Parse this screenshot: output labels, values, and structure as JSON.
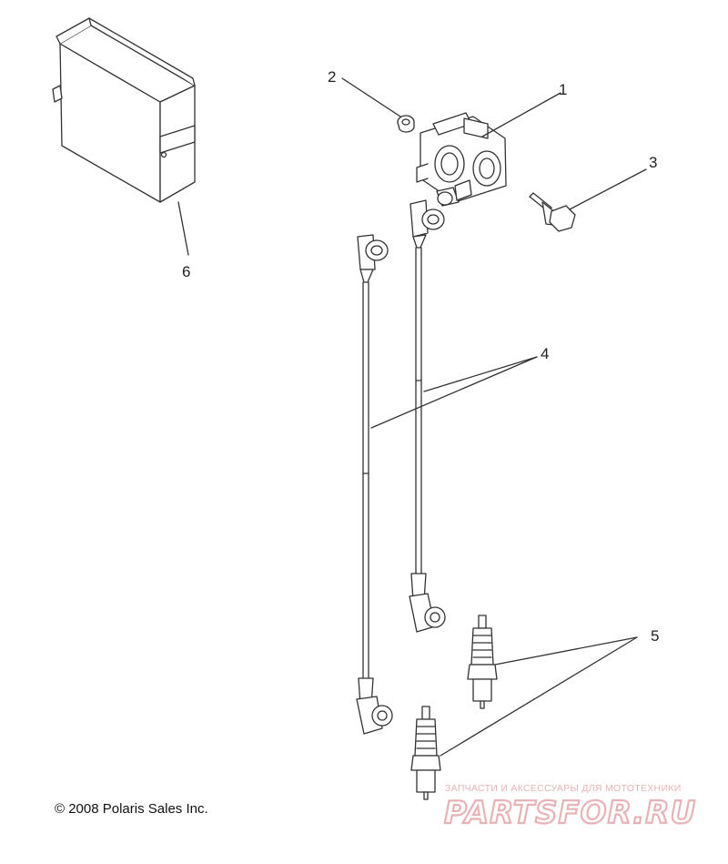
{
  "callouts": [
    {
      "id": "1",
      "label": "1"
    },
    {
      "id": "2",
      "label": "2"
    },
    {
      "id": "3",
      "label": "3"
    },
    {
      "id": "4",
      "label": "4"
    },
    {
      "id": "5",
      "label": "5"
    },
    {
      "id": "6",
      "label": "6"
    }
  ],
  "copyright": "© 2008 Polaris Sales Inc.",
  "watermark": {
    "tagline": "ЗАПЧАСТИ И АКСЕССУАРЫ ДЛЯ МОТОТЕХНИКИ",
    "logo_text": "PARTSFOR.RU",
    "color": "#e8b3b7"
  },
  "line_color": "#333333",
  "part_fill": "#ffffff"
}
